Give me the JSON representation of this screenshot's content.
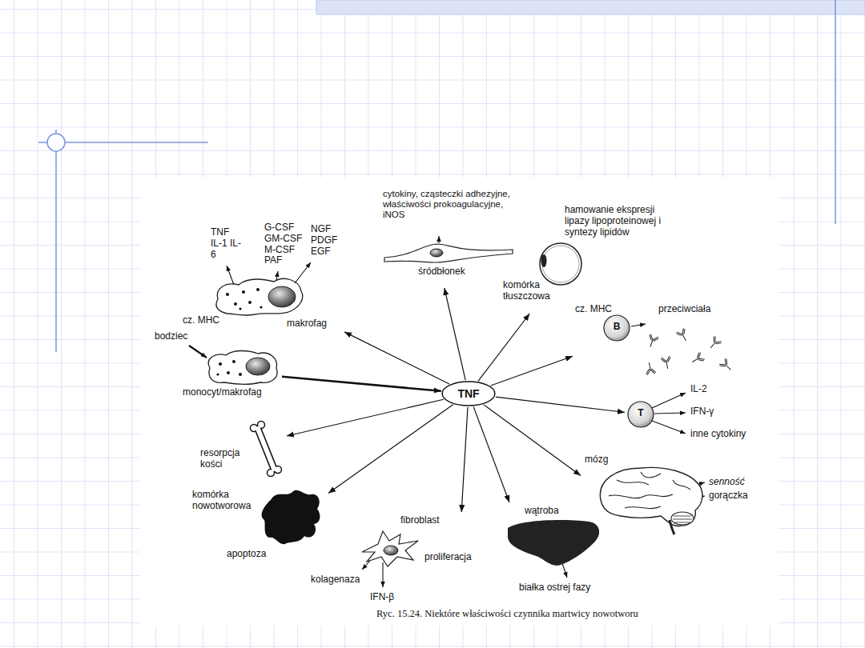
{
  "diagram": {
    "caption": "Ryc. 15.24. Niektóre właściwości czynnika martwicy nowotworu",
    "nodes": [
      {
        "text": [
          "TNF IL-1 IL-6",
          "G-CSF GM-CSF M-CSF PAF",
          "NGF PDGF EGF",
          "cz. MHC",
          "makrofag"
        ]
      },
      {
        "text": [
          "cytokiny, cząsteczki adhezyjne, właściwości prokoagulacyjne, iNOS",
          "śródbłonek"
        ]
      },
      {
        "text": [
          "hamowanie ekspresji lipazy lipoproteinowej i syntezy lipidów",
          "komórka tłuszczowa"
        ]
      },
      {
        "text": [
          "B",
          "cz. MHC",
          "przeciwciała"
        ]
      },
      {
        "text": [
          "bodziec",
          "monocyt/makrofag"
        ]
      },
      {
        "text": [
          "TNF"
        ]
      },
      {
        "text": [
          "T",
          "IL-2",
          "IFN-γ",
          "inne cytokiny"
        ]
      },
      {
        "text": [
          "resorpcja kości"
        ]
      },
      {
        "text": [
          "mózg",
          "senność",
          "gorączka"
        ]
      },
      {
        "text": [
          "komórka nowotworowa",
          "apoptoza"
        ]
      },
      {
        "text": [
          "fibroblast",
          "proliferacja",
          "kolagenaza",
          "IFN-β"
        ]
      },
      {
        "text": [
          "wątroba",
          "białka ostrej fazy"
        ]
      }
    ],
    "edges": [
      {
        "from": 4,
        "to": 5,
        "arrow": "to"
      },
      {
        "from": 5,
        "to": 0,
        "arrow": "to"
      },
      {
        "from": 5,
        "to": 1,
        "arrow": "to"
      },
      {
        "from": 5,
        "to": 2,
        "arrow": "to"
      },
      {
        "from": 5,
        "to": 3,
        "arrow": "to"
      },
      {
        "from": 5,
        "to": 6,
        "arrow": "to"
      },
      {
        "from": 5,
        "to": 8,
        "arrow": "to"
      },
      {
        "from": 5,
        "to": 11,
        "arrow": "to"
      },
      {
        "from": 5,
        "to": 10,
        "arrow": "to"
      },
      {
        "from": 5,
        "to": 9,
        "arrow": "to"
      },
      {
        "from": 5,
        "to": 7,
        "arrow": "to"
      }
    ]
  }
}
